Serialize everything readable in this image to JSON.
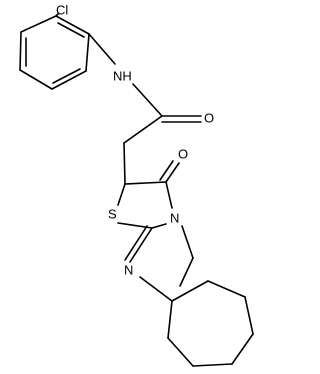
{
  "structure": {
    "labels": {
      "chlorine": "Cl",
      "amide_nh": "NH",
      "amide_oxygen": "O",
      "ring_oxygen": "O",
      "ring_nitrogen": "N",
      "ring_sulfur": "S",
      "imine_nitrogen": "N"
    }
  }
}
